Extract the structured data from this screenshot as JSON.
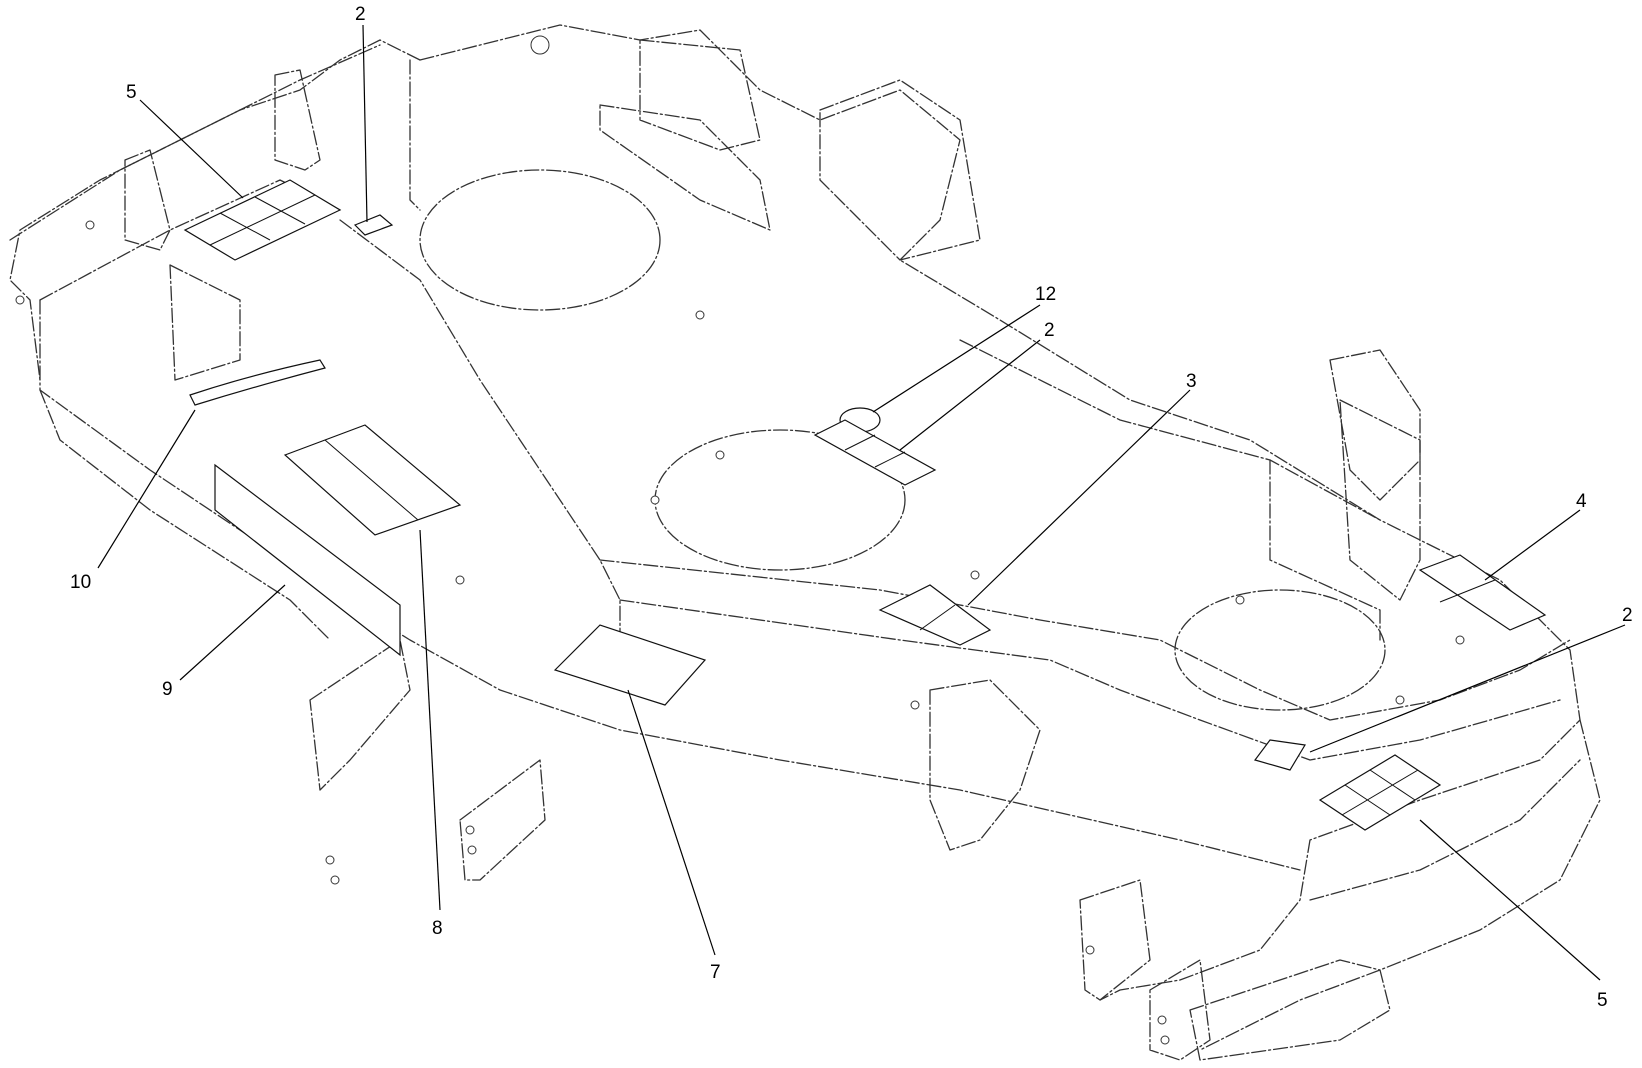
{
  "callouts": [
    {
      "id": "c-2-top",
      "label": "2"
    },
    {
      "id": "c-5-left",
      "label": "5"
    },
    {
      "id": "c-12",
      "label": "12"
    },
    {
      "id": "c-2-mid",
      "label": "2"
    },
    {
      "id": "c-3",
      "label": "3"
    },
    {
      "id": "c-4",
      "label": "4"
    },
    {
      "id": "c-2-right",
      "label": "2"
    },
    {
      "id": "c-10",
      "label": "10"
    },
    {
      "id": "c-9",
      "label": "9"
    },
    {
      "id": "c-8",
      "label": "8"
    },
    {
      "id": "c-7",
      "label": "7"
    },
    {
      "id": "c-5-right",
      "label": "5"
    }
  ]
}
